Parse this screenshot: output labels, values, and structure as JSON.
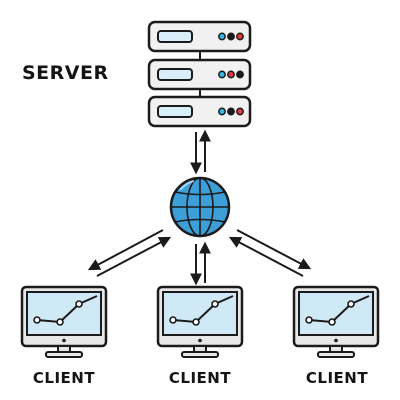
{
  "server": {
    "label": "SERVER",
    "racks": [
      {
        "leds": [
          "#39b6e3",
          "#1b1b1b",
          "#e23b3b"
        ]
      },
      {
        "leds": [
          "#39b6e3",
          "#e23b3b",
          "#1b1b1b"
        ]
      },
      {
        "leds": [
          "#39b6e3",
          "#1b1b1b",
          "#e23b3b"
        ]
      }
    ]
  },
  "network": {
    "icon": "globe-icon"
  },
  "clients": [
    {
      "label": "CLIENT"
    },
    {
      "label": "CLIENT"
    },
    {
      "label": "CLIENT"
    }
  ],
  "colors": {
    "outline": "#1b1b1b",
    "rack_fill": "#f1f1f1",
    "screen_fill": "#cfe9f6",
    "globe_fill": "#3d9fd8",
    "monitor_body": "#e7e7e7"
  }
}
